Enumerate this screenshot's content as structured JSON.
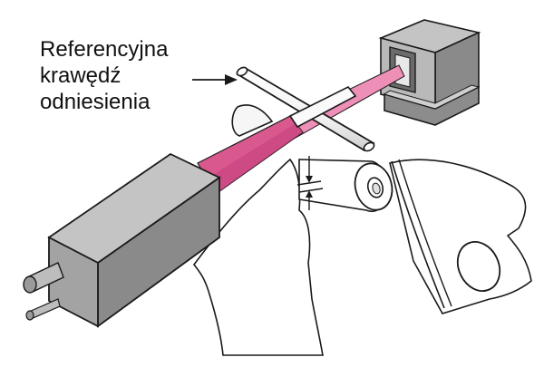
{
  "callout": {
    "lines": [
      "Referencyjna",
      "krawędź",
      "odniesienia"
    ]
  },
  "colors": {
    "beam": "#d9598f",
    "beam_highlight": "#ee8fb7",
    "housing_top": "#c4c4c4",
    "housing_side": "#a3a3a3",
    "housing_front": "#8a8a8a",
    "outline": "#1a1a1a",
    "web": "#ffffff"
  },
  "icons": {
    "emitter": "beam-emitter-housing-icon",
    "receiver": "beam-receiver-housing-icon",
    "arrow": "callout-arrow-icon"
  }
}
